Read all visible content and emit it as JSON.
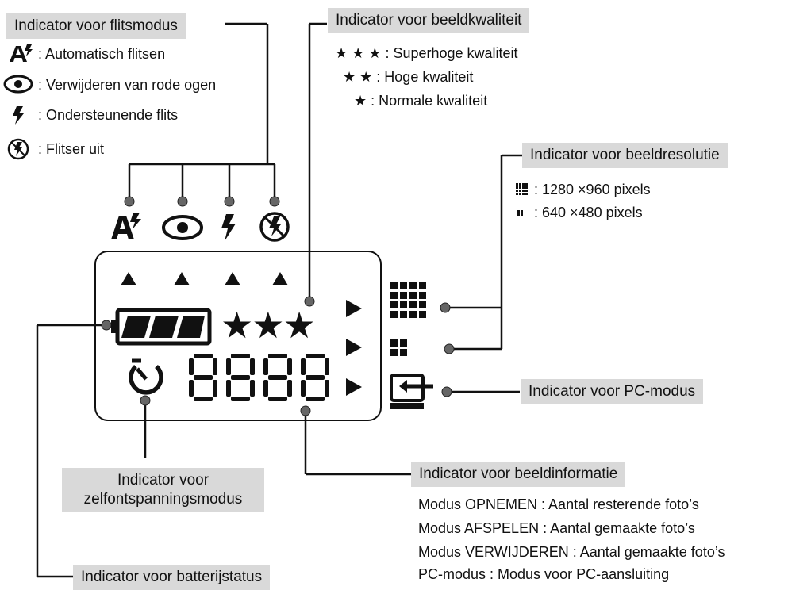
{
  "labels": {
    "flash_mode": "Indicator voor flitsmodus",
    "image_quality": "Indicator voor beeldkwaliteit",
    "image_resolution": "Indicator voor beeldresolutie",
    "pc_mode": "Indicator voor PC-modus",
    "image_info": "Indicator voor beeldinformatie",
    "selftimer_line1": "Indicator voor",
    "selftimer_line2": "zelfontspanningsmodus",
    "battery": "Indicator voor batterijstatus"
  },
  "flash_modes": [
    {
      "icon": "auto-flash-icon",
      "text": ": Automatisch flitsen"
    },
    {
      "icon": "red-eye-icon",
      "text": ": Verwijderen van rode ogen"
    },
    {
      "icon": "fill-flash-icon",
      "text": ": Ondersteunende flits"
    },
    {
      "icon": "flash-off-icon",
      "text": ": Flitser uit"
    }
  ],
  "quality": [
    {
      "stars": "★ ★ ★",
      "text": ": Superhoge kwaliteit"
    },
    {
      "stars": "★ ★",
      "text": ": Hoge kwaliteit"
    },
    {
      "stars": "★",
      "text": ": Normale kwaliteit"
    }
  ],
  "resolution": [
    {
      "icon": "high-resolution-icon",
      "text": ": 1280 ×960 pixels"
    },
    {
      "icon": "low-resolution-icon",
      "text": ":   640 ×480 pixels"
    }
  ],
  "image_info_lines": [
    "Modus OPNEMEN : Aantal resterende foto’s",
    "Modus AFSPELEN : Aantal gemaakte foto’s",
    "Modus VERWIJDEREN : Aantal gemaakte foto’s",
    "PC-modus : Modus voor PC-aansluiting"
  ],
  "lcd": {
    "stars": "★★★",
    "digits": "8888"
  },
  "colors": {
    "label_bg": "#d9d9d9",
    "ink": "#111111"
  }
}
